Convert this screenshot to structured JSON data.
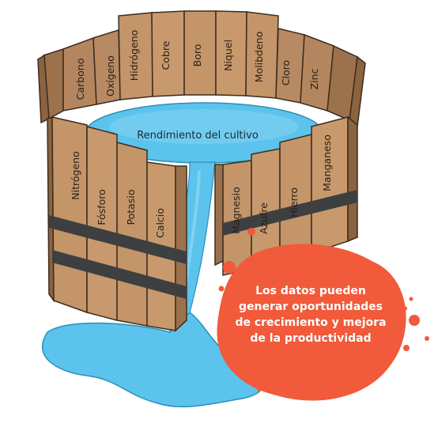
{
  "title": "Rendimiento del cultivo",
  "back_staves": [
    "Carbono",
    "Oxígeno",
    "Hidrógeno",
    "Cobre",
    "Boro",
    "Níquel",
    "Molibdeno",
    "Cloro",
    "Zinc"
  ],
  "front_left_staves": [
    "Nitrógeno",
    "Fósforo",
    "Potasio",
    "Calcio"
  ],
  "front_right_staves": [
    "Magnesio",
    "Azufre",
    "Hierro",
    "Manganeso"
  ],
  "callout_lines": [
    "Los datos pueden",
    "generar oportunidades",
    "de crecimiento y mejora",
    "de la productividad"
  ],
  "colors": {
    "wood": "#c39569",
    "wood_dark": "#9c724c",
    "wood_outline": "#3d2c1e",
    "water": "#5cc4ec",
    "water_light": "#8fd8f4",
    "band": "#3d3f40",
    "splash": "#f15a3a"
  }
}
